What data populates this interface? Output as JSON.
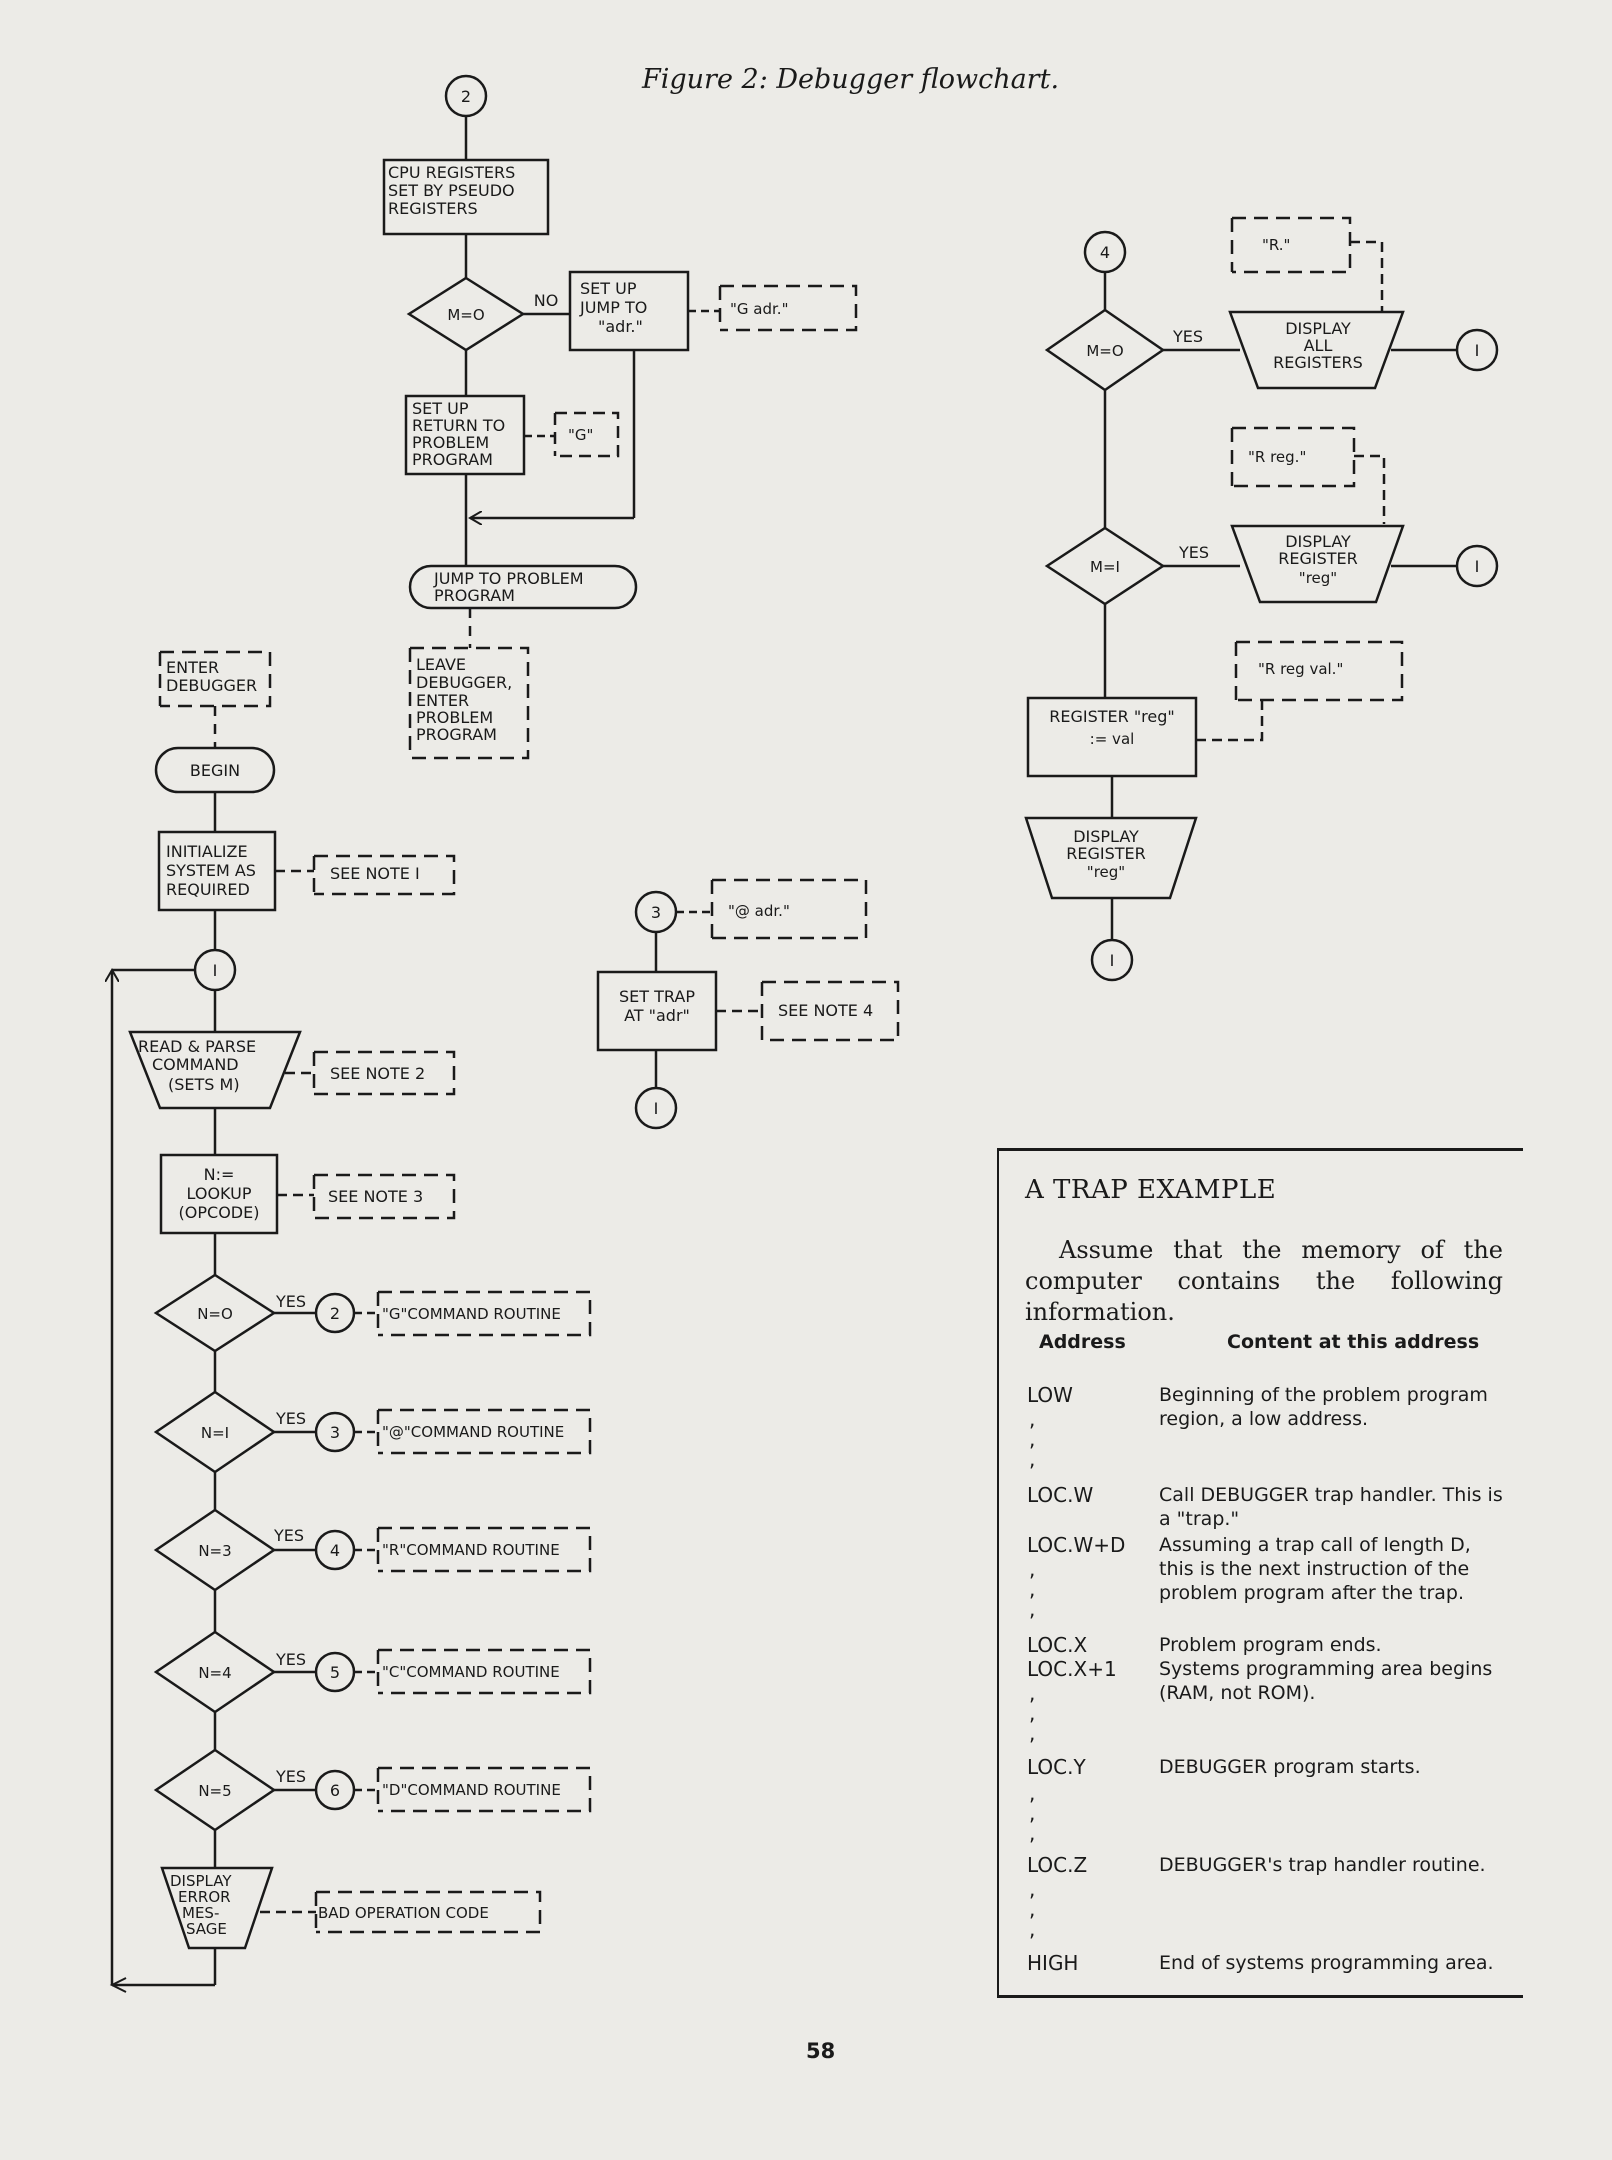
{
  "caption": "Figure 2: Debugger flowchart.",
  "page_number": "58",
  "flowchart": {
    "enter_debugger": [
      "ENTER",
      "DEBUGGER"
    ],
    "begin": "BEGIN",
    "initialize": [
      "INITIALIZE",
      "SYSTEM AS",
      "REQUIRED"
    ],
    "note1": "SEE NOTE I",
    "connector_1": "I",
    "read_parse": [
      "READ & PARSE",
      "COMMAND",
      "(SETS M)"
    ],
    "note2": "SEE NOTE 2",
    "lookup": [
      "N:=",
      "LOOKUP",
      "(OPCODE)"
    ],
    "note3": "SEE NOTE 3",
    "yes": "YES",
    "no": "NO",
    "decisions": [
      {
        "cond": "N=O",
        "connector": "2",
        "routine": "\"G\"COMMAND ROUTINE"
      },
      {
        "cond": "N=I",
        "connector": "3",
        "routine": "\"@\"COMMAND ROUTINE"
      },
      {
        "cond": "N=3",
        "connector": "4",
        "routine": "\"R\"COMMAND ROUTINE"
      },
      {
        "cond": "N=4",
        "connector": "5",
        "routine": "\"C\"COMMAND ROUTINE"
      },
      {
        "cond": "N=5",
        "connector": "6",
        "routine": "\"D\"COMMAND ROUTINE"
      }
    ],
    "display_error": [
      "DISPLAY",
      "ERROR",
      "MES-",
      "SAGE"
    ],
    "bad_op": "BAD OPERATION CODE",
    "g_routine": {
      "connector": "2",
      "cpu_regs": [
        "CPU REGISTERS",
        "SET BY PSEUDO",
        "REGISTERS"
      ],
      "cond": "M=O",
      "setup_jump": [
        "SET UP",
        "JUMP TO",
        "\"adr.\""
      ],
      "g_adr": "\"G adr.\"",
      "setup_return": [
        "SET UP",
        "RETURN TO",
        "PROBLEM",
        "PROGRAM"
      ],
      "g_note": "\"G\"",
      "jump_problem": [
        "JUMP TO PROBLEM",
        "PROGRAM"
      ],
      "leave": [
        "LEAVE",
        "DEBUGGER,",
        "ENTER",
        "PROBLEM",
        "PROGRAM"
      ]
    },
    "at_routine": {
      "connector": "3",
      "at_adr": "\"@ adr.\"",
      "set_trap": [
        "SET TRAP",
        "AT \"adr\""
      ],
      "note4": "SEE NOTE 4",
      "exit": "I"
    },
    "r_routine": {
      "connector": "4",
      "cond1": "M=O",
      "r_note": "\"R.\"",
      "display_all": [
        "DISPLAY",
        "ALL",
        "REGISTERS"
      ],
      "cond2": "M=I",
      "r_reg": "\"R reg.\"",
      "display_reg": [
        "DISPLAY",
        "REGISTER",
        "\"reg\""
      ],
      "r_reg_val": "\"R reg val.\"",
      "register_set": [
        "REGISTER \"reg\"",
        ":= val"
      ],
      "display_reg2": [
        "DISPLAY",
        "REGISTER",
        "\"reg\""
      ],
      "exit": "I"
    }
  },
  "trap_example": {
    "title": "A TRAP EXAMPLE",
    "intro": "Assume that the memory of the computer contains the following information.",
    "col_address": "Address",
    "col_content": "Content at this address",
    "rows": [
      {
        "address": "LOW",
        "content": "Beginning of the problem program region, a low address."
      },
      {
        "address": "LOC.W",
        "content": "Call DEBUGGER trap handler.  This is a \"trap.\""
      },
      {
        "address": "LOC.W+D",
        "content": "Assuming a trap call of length D, this is the next instruction of the problem program after the trap."
      },
      {
        "address": "LOC.X",
        "content": "Problem program ends."
      },
      {
        "address": "LOC.X+1",
        "content": "Systems programming area begins (RAM, not ROM)."
      },
      {
        "address": "LOC.Y",
        "content": "DEBUGGER program starts."
      },
      {
        "address": "LOC.Z",
        "content": "DEBUGGER's trap handler routine."
      },
      {
        "address": "HIGH",
        "content": "End of systems programming area."
      }
    ]
  }
}
